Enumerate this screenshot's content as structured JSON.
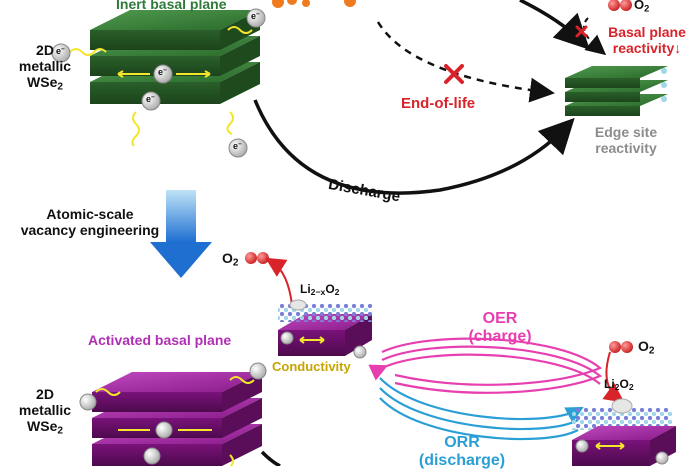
{
  "top": {
    "inert_basal_plane": "Inert basal plane",
    "material_line1": "2D",
    "material_line2": "metallic",
    "material_line3": "WSe",
    "material_sub": "2",
    "end_of_life": "End-of-life",
    "basal_plane_reactivity": "Basal plane reactivity↓",
    "edge_site_reactivity": "Edge site reactivity",
    "o2": "O",
    "o2_sub": "2",
    "discharge": "Discharge",
    "electron": "e",
    "electron_sup": "−"
  },
  "middle": {
    "process_line1": "Atomic-scale",
    "process_line2": "vacancy engineering",
    "o2": "O",
    "o2_sub": "2",
    "li2xo2_main": "Li",
    "li2xo2_sub": "2−x",
    "li2xo2_end": "O",
    "li2xo2_end_sub": "2"
  },
  "bottom": {
    "activated_basal_plane": "Activated basal plane",
    "material_line1": "2D",
    "material_line2": "metallic",
    "material_line3": "WSe",
    "material_sub": "2",
    "conductivity": "Conductivity",
    "oer_line1": "OER",
    "oer_line2": "(charge)",
    "orr_line1": "ORR",
    "orr_line2": "(discharge)",
    "o2": "O",
    "o2_sub": "2",
    "li2o2_main": "Li",
    "li2o2_sub": "2",
    "li2o2_end": "O",
    "li2o2_end_sub": "2"
  },
  "colors": {
    "green_plane": "#2e6b2e",
    "green_label": "#2f7a3a",
    "purple_plane": "#8a1a8a",
    "purple_label": "#b12fb5",
    "red_label": "#d9232a",
    "gray_label": "#8c8c8c",
    "yellow_label": "#c8a400",
    "oer_pink": "#e83fb0",
    "orr_blue": "#2a9fd6",
    "arrow_blue": "#1f6fd1"
  }
}
